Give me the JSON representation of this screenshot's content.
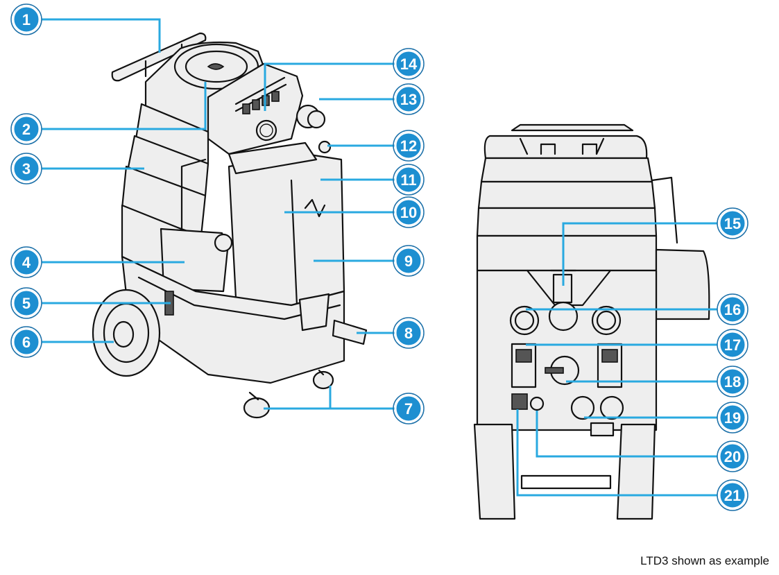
{
  "caption": "LTD3 shown as example",
  "accent_color": "#1d8fd1",
  "leader_color": "#29a9e0",
  "callouts": [
    "1",
    "2",
    "3",
    "4",
    "5",
    "6",
    "7",
    "8",
    "9",
    "10",
    "11",
    "12",
    "13",
    "14",
    "15",
    "16",
    "17",
    "18",
    "19",
    "20",
    "21"
  ],
  "views": [
    "machine-front-left-view",
    "machine-rear-view"
  ]
}
